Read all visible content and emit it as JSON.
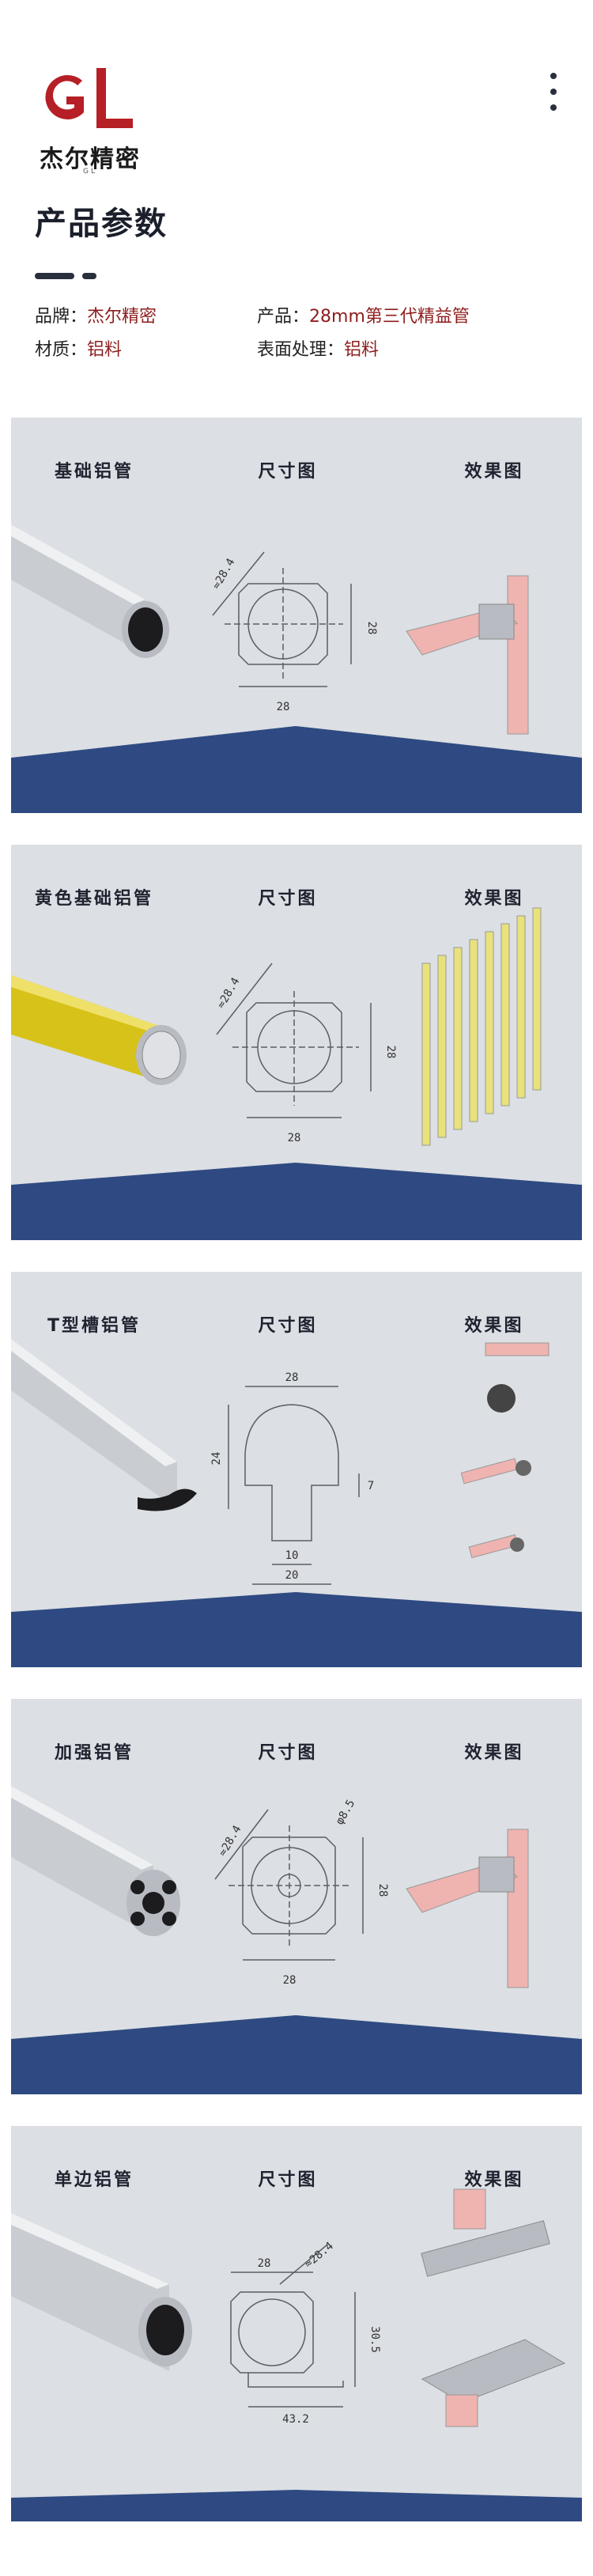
{
  "brand": {
    "name_cn": "杰尔精密",
    "name_en": "GL",
    "logo_letters": "GL"
  },
  "page_title": "产品参数",
  "specs": {
    "brand_label": "品牌：",
    "brand_value": "杰尔精密",
    "product_label": "产品：",
    "product_value": "28mm第三代精益管",
    "material_label": "材质：",
    "material_value": "铝料",
    "surface_label": "表面处理：",
    "surface_value": "铝料"
  },
  "column_headers": {
    "dimension": "尺寸图",
    "effect": "效果图"
  },
  "products": [
    {
      "name": "基础铝管",
      "dims": {
        "diag": "≈28.4",
        "width": "28",
        "height": "28"
      }
    },
    {
      "name": "黄色基础铝管",
      "dims": {
        "diag": "≈28.4",
        "width": "28",
        "height": "28"
      }
    },
    {
      "name": "T型槽铝管",
      "dims": {
        "top": "28",
        "height": "24",
        "slot": "7",
        "inner": "10",
        "bottom": "20"
      }
    },
    {
      "name": "加强铝管",
      "dims": {
        "diag": "≈28.4",
        "inner": "φ8.5",
        "width": "28",
        "height": "28"
      }
    },
    {
      "name": "单边铝管",
      "dims": {
        "top": "28",
        "diag": "≈28.4",
        "height": "30.5",
        "bottom": "43.2"
      }
    }
  ],
  "colors": {
    "accent_red": "#8e1d1d",
    "navy": "#2f4a82",
    "card_bg": "#dcdfe3",
    "pink": "#efb3b0",
    "yellow": "#d7c21a"
  }
}
